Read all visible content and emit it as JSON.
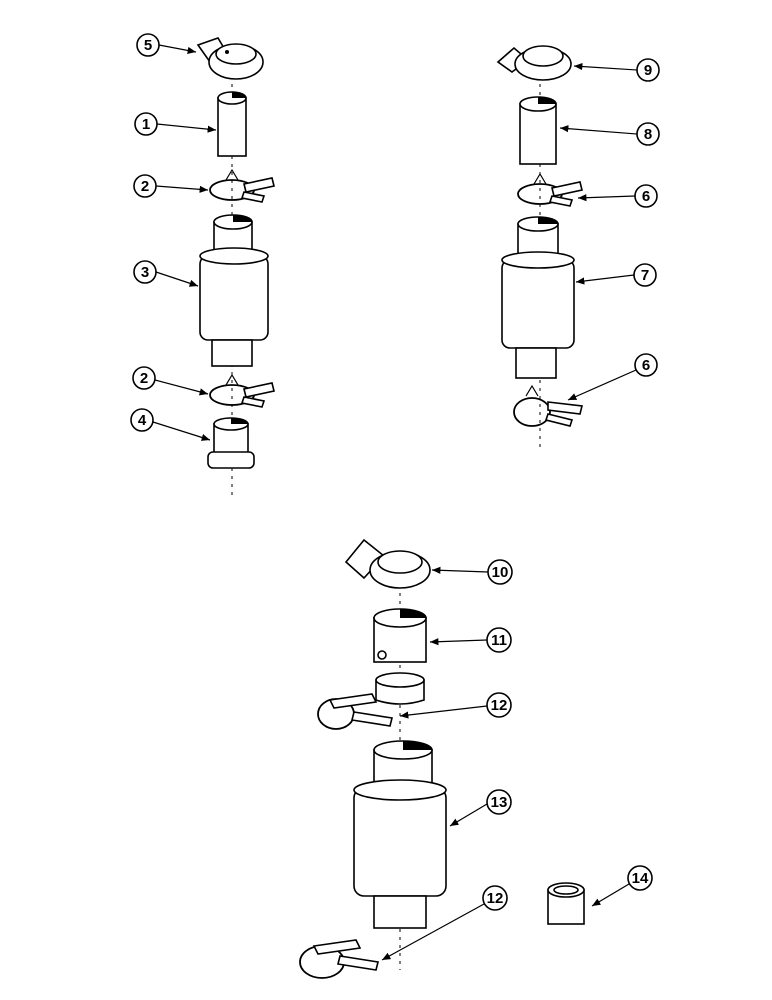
{
  "callouts": {
    "c1": "1",
    "c2a": "2",
    "c2b": "2",
    "c3": "3",
    "c4": "4",
    "c5": "5",
    "c6a": "6",
    "c6b": "6",
    "c7": "7",
    "c8": "8",
    "c9": "9",
    "c10": "10",
    "c11": "11",
    "c12a": "12",
    "c12b": "12",
    "c13": "13",
    "c14": "14"
  }
}
